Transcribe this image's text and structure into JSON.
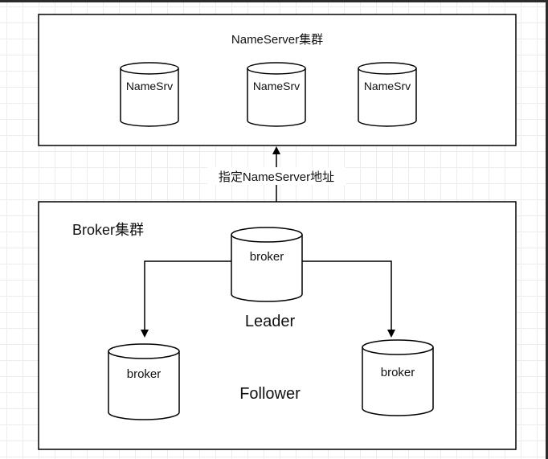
{
  "nameserver_cluster": {
    "title": "NameServer集群",
    "nodes": [
      "NameSrv",
      "NameSrv",
      "NameSrv"
    ]
  },
  "edge_label": "指定NameServer地址",
  "broker_cluster": {
    "title": "Broker集群",
    "leader": {
      "label": "broker",
      "role": "Leader"
    },
    "followers": [
      {
        "label": "broker"
      },
      {
        "label": "broker"
      }
    ],
    "follower_role": "Follower"
  },
  "colors": {
    "stroke": "#000000",
    "fill": "#ffffff",
    "text": "#111111",
    "grid": "#ececec"
  }
}
